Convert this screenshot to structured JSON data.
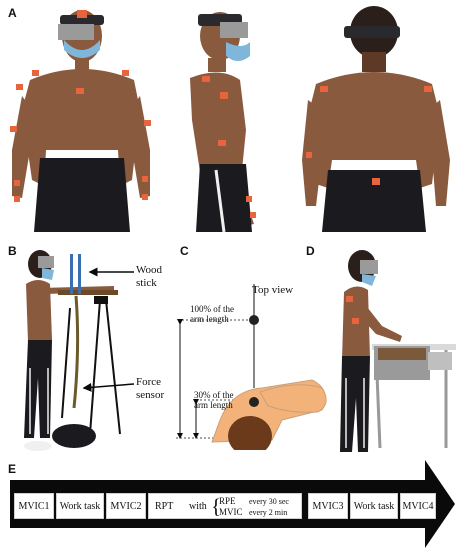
{
  "panels": {
    "a": "A",
    "b": "B",
    "c": "C",
    "d": "D",
    "e": "E"
  },
  "panel_b": {
    "wood_stick": [
      "Wood",
      "stick"
    ],
    "force_sensor": [
      "Force",
      "sensor"
    ]
  },
  "panel_c": {
    "top_view": "Top view",
    "pct100": [
      "100% of the",
      "arm length"
    ],
    "pct30": [
      "30% of the",
      "arm length"
    ]
  },
  "panel_e": {
    "mvic1": "MVIC1",
    "work_task_1": "Work task",
    "mvic2": "MVIC2",
    "rpt": "RPT",
    "with": "with",
    "rpe": "RPE",
    "rpe_interval": "every 30 sec",
    "mvic": "MVIC",
    "mvic_interval": "every 2 min",
    "mvic3": "MVIC3",
    "work_task_2": "Work task",
    "mvic4": "MVIC4"
  },
  "colors": {
    "skin": "#8a5a3e",
    "skin_dark": "#5e3a26",
    "sensor": "#e8643c",
    "shorts": "#1b1b1f",
    "mask": "#7fb6d9",
    "blur": "#9a9a9a",
    "arrow": "#0a0a0a",
    "figure_skin": "#f2b27a",
    "figure_head": "#6b3a1a"
  }
}
